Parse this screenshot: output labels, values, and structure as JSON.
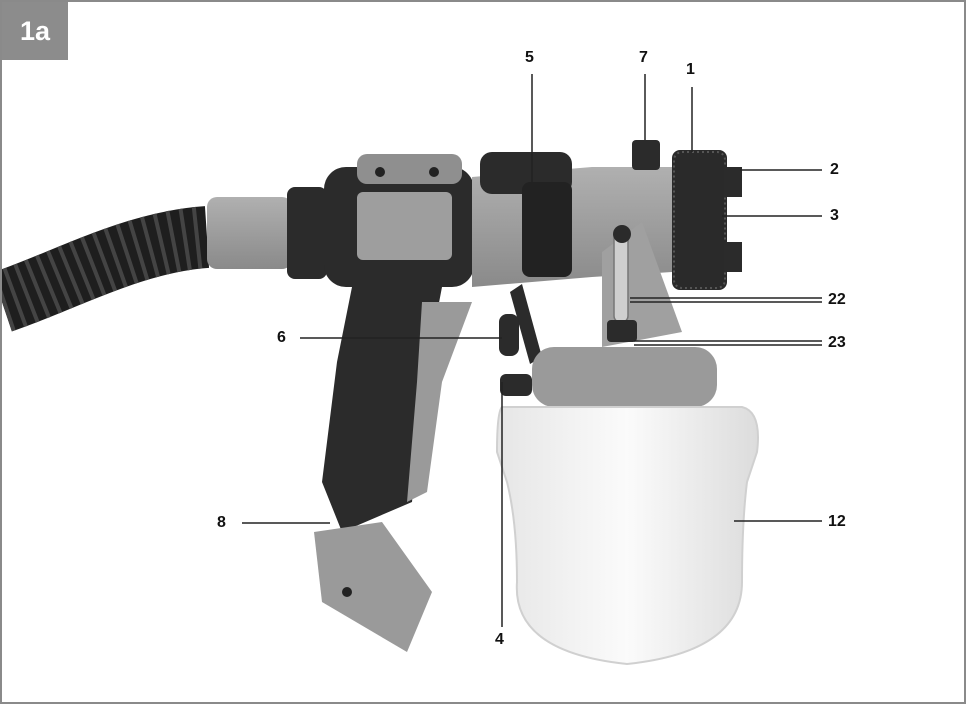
{
  "figure_label": "1a",
  "callouts": [
    {
      "id": "5",
      "text": "5"
    },
    {
      "id": "7",
      "text": "7"
    },
    {
      "id": "1",
      "text": "1"
    },
    {
      "id": "2",
      "text": "2"
    },
    {
      "id": "3",
      "text": "3"
    },
    {
      "id": "22",
      "text": "22"
    },
    {
      "id": "6",
      "text": "6"
    },
    {
      "id": "23",
      "text": "23"
    },
    {
      "id": "8",
      "text": "8"
    },
    {
      "id": "12",
      "text": "12"
    },
    {
      "id": "4",
      "text": "4"
    }
  ],
  "colors": {
    "badge": "#8c8c8c",
    "body_gray": "#9a9a9a",
    "dark_rubber": "#2b2b2b",
    "container": "#f2f2f2"
  }
}
